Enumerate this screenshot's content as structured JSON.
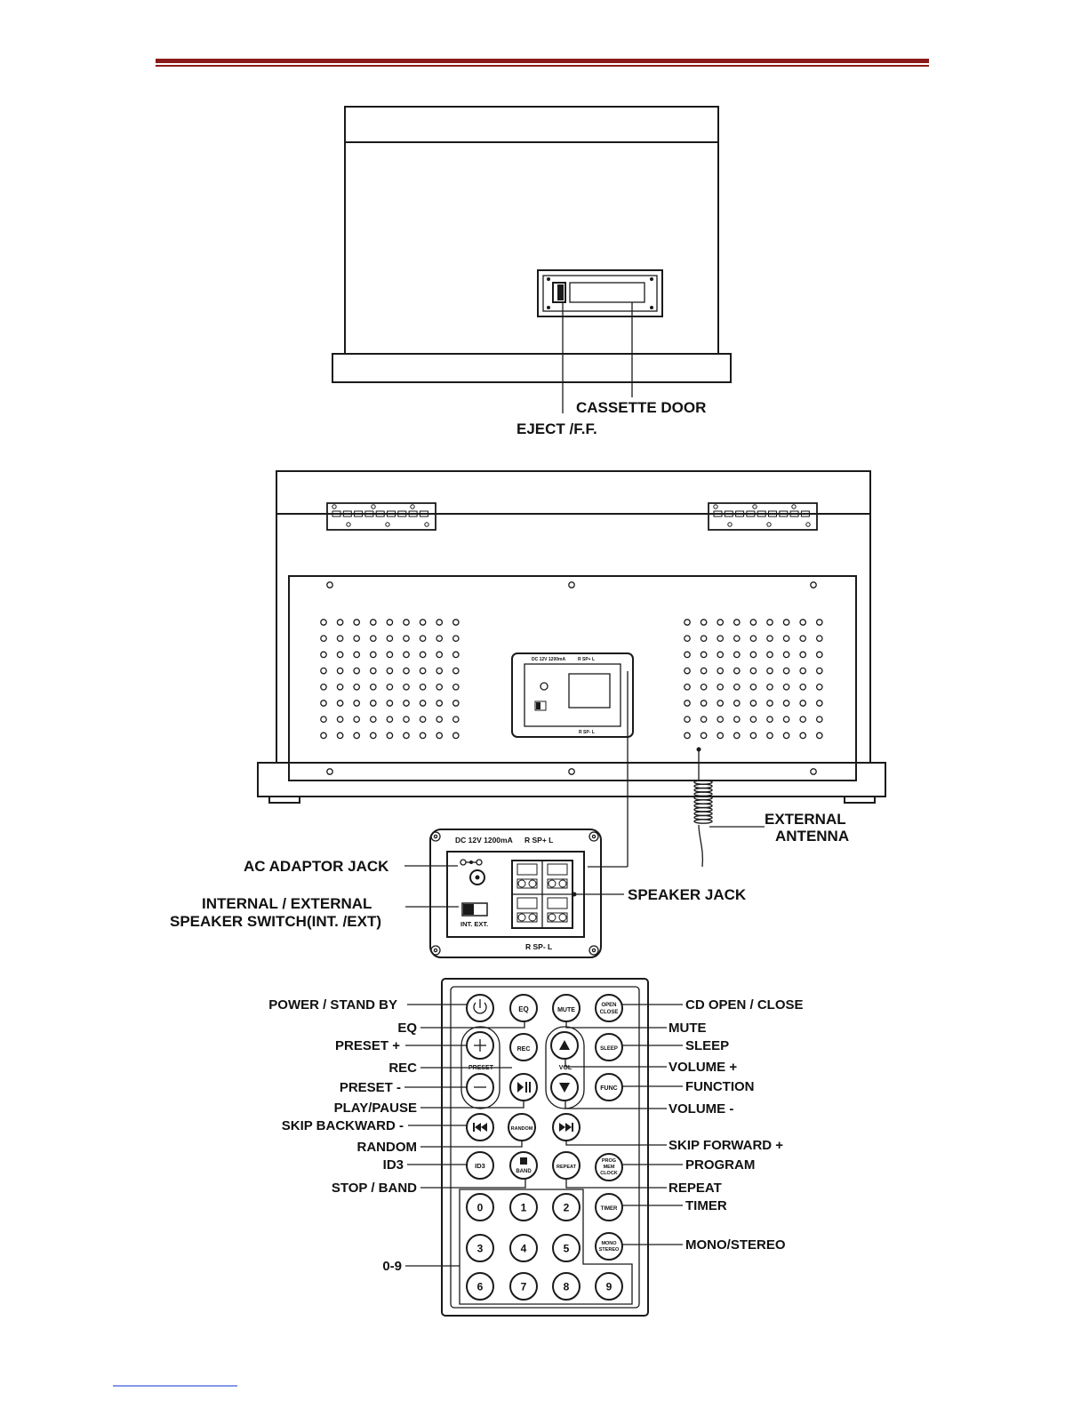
{
  "header_rule_color": "#8b1a1a",
  "cassette_view": {
    "labels": {
      "cassette_door": "CASSETTE DOOR",
      "eject": "EJECT /F.F."
    }
  },
  "rear_view": {
    "labels": {
      "external_antenna_line1": "EXTERNAL",
      "external_antenna_line2": "ANTENNA",
      "ac_adaptor_jack": "AC ADAPTOR JACK",
      "switch_line1": "INTERNAL / EXTERNAL",
      "switch_line2": "SPEAKER SWITCH(INT. /EXT)",
      "speaker_jack": "SPEAKER JACK"
    },
    "panel_text": {
      "rating": "DC 12V 1200mA",
      "speaker_top": "R  SP+  L",
      "speaker_bottom": "R  SP-  L",
      "switch": "INT. EXT."
    }
  },
  "remote": {
    "labels": {
      "power": "POWER / STAND BY",
      "eq": "EQ",
      "preset_plus": "PRESET +",
      "rec": "REC",
      "preset_minus": "PRESET -",
      "play_pause": "PLAY/PAUSE",
      "skip_backward": "SKIP BACKWARD -",
      "random": "RANDOM",
      "id3": "ID3",
      "stop_band": "STOP / BAND",
      "digits": "0-9",
      "cd_open_close": "CD OPEN / CLOSE",
      "mute": "MUTE",
      "sleep": "SLEEP",
      "volume_plus": "VOLUME +",
      "function": "FUNCTION",
      "volume_minus": "VOLUME -",
      "skip_forward": "SKIP FORWARD +",
      "program": "PROGRAM",
      "repeat": "REPEAT",
      "timer": "TIMER",
      "mono_stereo": "MONO/STEREO"
    },
    "keys": {
      "eq": "EQ",
      "mute": "MUTE",
      "open": "OPEN",
      "close": "CLOSE",
      "rec": "REC",
      "sleep": "SLEEP",
      "preset": "PRESET",
      "vol": "VOL",
      "func": "FUNC",
      "random": "RANDOM",
      "id3": "ID3",
      "band": "BAND",
      "repeat": "REPEAT",
      "prog": "PROG",
      "mem": "MEM",
      "clock": "CLOCK",
      "timer": "TIMER",
      "mono": "MONO",
      "stereo": "STEREO",
      "digits": [
        "0",
        "1",
        "2",
        "3",
        "4",
        "5",
        "6",
        "7",
        "8",
        "9"
      ]
    }
  }
}
